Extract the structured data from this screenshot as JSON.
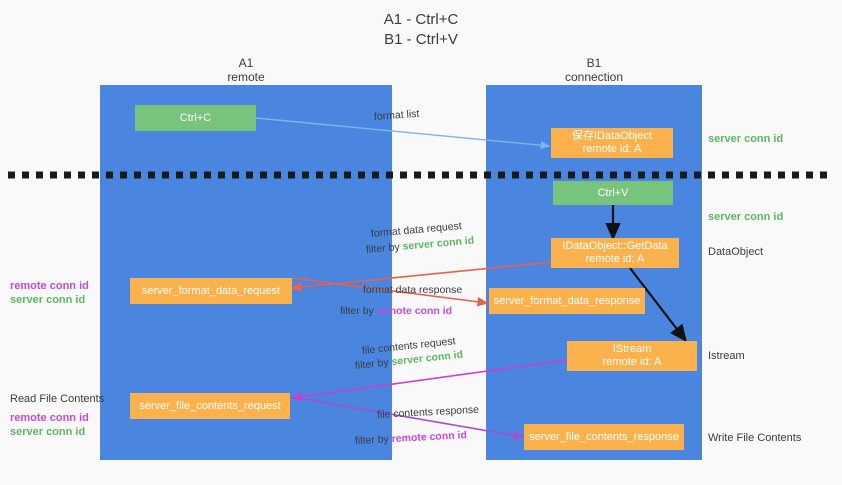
{
  "title": {
    "line1": "A1 - Ctrl+C",
    "line2": "B1 - Ctrl+V"
  },
  "columns": {
    "a1": {
      "name": "A1",
      "role": "remote"
    },
    "b1": {
      "name": "B1",
      "role": "connection"
    }
  },
  "nodes": {
    "ctrl_c": "Ctrl+C",
    "ctrl_v": "Ctrl+V",
    "save_idataobject_l1": "保存IDataObject",
    "save_idataobject_l2": "remote id: A",
    "getdata_l1": "IDataObject::GetData",
    "getdata_l2": "remote id: A",
    "istream_l1": "IStream",
    "istream_l2": "remote id: A",
    "server_format_data_request": "server_format_data_request",
    "server_format_data_response": "server_format_data_response",
    "server_file_contents_request": "server_file_contents_request",
    "server_file_contents_response": "server_file_contents_response"
  },
  "right_labels": {
    "server_conn_id_top": "server conn id",
    "server_conn_id_mid": "server conn id",
    "dataobject": "DataObject",
    "istream": "Istream",
    "write_file_contents": "Write File Contents"
  },
  "left_labels": {
    "remote_conn_id_1": "remote conn id",
    "server_conn_id_1": "server conn id",
    "read_file_contents": "Read File Contents",
    "remote_conn_id_2": "remote conn id",
    "server_conn_id_2": "server conn id"
  },
  "arrow_labels": {
    "format_list": "format list",
    "format_data_request": "format data request",
    "format_data_request_filter_prefix": "filter by ",
    "format_data_request_filter_value": "server conn id",
    "format_data_response": "format data response",
    "format_data_response_filter_prefix": "filter by ",
    "format_data_response_filter_value": "remote conn id",
    "file_contents_request": "file contents request",
    "file_contents_request_filter_prefix": "filter by ",
    "file_contents_request_filter_value": "server conn id",
    "file_contents_response": "file contents response",
    "file_contents_response_filter_prefix": "filter by ",
    "file_contents_response_filter_value": "remote conn id"
  },
  "colors": {
    "column": "#4a86e0",
    "green_node": "#79c47c",
    "orange_node": "#fcb24c",
    "green_text": "#5fb563",
    "magenta_text": "#c44bd4",
    "blue_arrow": "#7eb3e8",
    "red_arrow": "#e8614d",
    "magenta_arrow": "#c93fd0",
    "purple_arrow": "#a34fd0",
    "black": "#000000",
    "background": "#f9f9f9"
  }
}
